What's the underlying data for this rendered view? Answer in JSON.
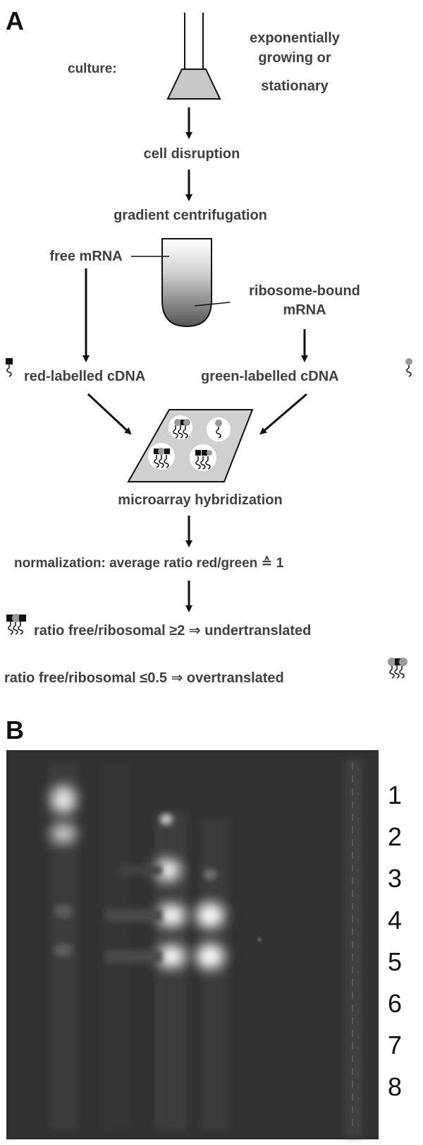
{
  "panel_a": {
    "label": "A",
    "culture_label": "culture:",
    "culture_state": [
      "exponentially",
      "growing or",
      "stationary"
    ],
    "step_disruption": "cell disruption",
    "step_gradient": "gradient centrifugation",
    "free_mrna": "free mRNA",
    "ribosome_bound": [
      "ribosome-bound",
      "mRNA"
    ],
    "red_cdna": "red-labelled cDNA",
    "green_cdna": "green-labelled cDNA",
    "step_microarray": "microarray hybridization",
    "normalization": "normalization: average ratio red/green ≙  1",
    "result_under": "ratio free/ribosomal ≥2 ⇒ undertranslated",
    "result_over": "ratio free/ribosomal ≤0.5 ⇒ overtranslated",
    "colors": {
      "red_label_marker": "#111111",
      "green_label_marker": "#999999",
      "flask_fill": "#c8c8c8",
      "slide_fill": "#d0d0d0"
    }
  },
  "panel_b": {
    "label": "B",
    "lane_numbers": [
      "1",
      "2",
      "3",
      "4",
      "5",
      "6",
      "7",
      "8"
    ],
    "gel_background": "#2e2e2e"
  }
}
